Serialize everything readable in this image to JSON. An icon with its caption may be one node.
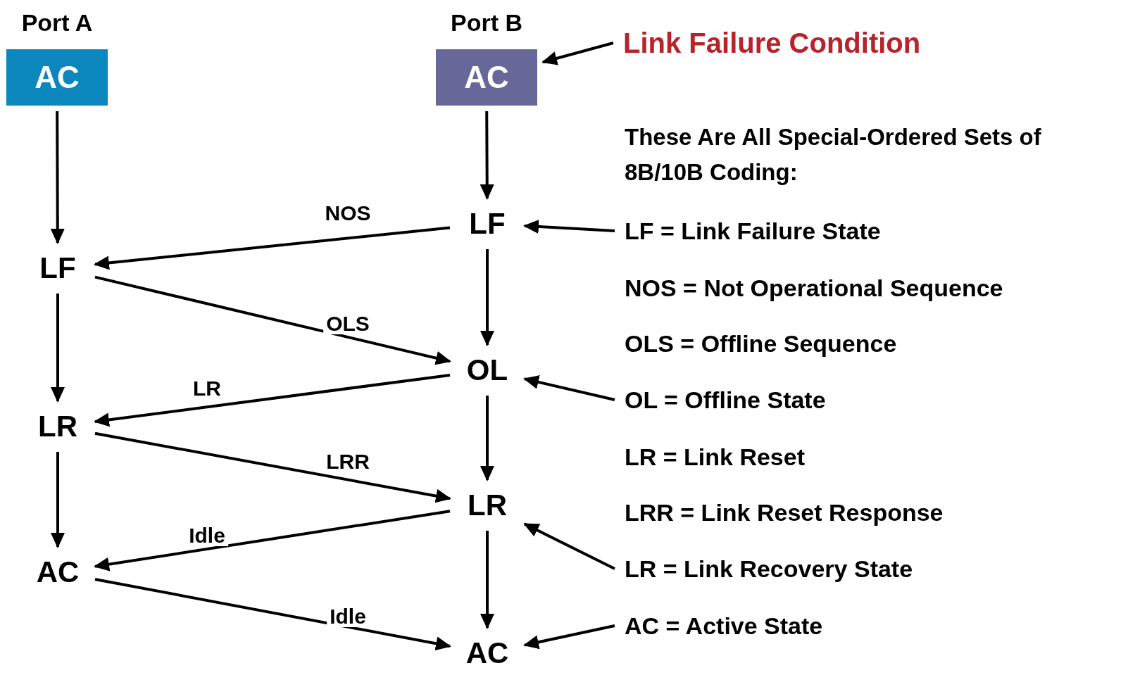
{
  "diagram": {
    "nodes": [
      {
        "text": [
          "Port A",
          "AC"
        ]
      },
      {
        "text": [
          "Port B",
          "AC"
        ]
      },
      {
        "text": [
          "Link Failure Condition"
        ]
      },
      {
        "text": [
          "LF"
        ]
      },
      {
        "text": [
          "LF"
        ]
      },
      {
        "text": [
          "OL"
        ]
      },
      {
        "text": [
          "LR"
        ]
      },
      {
        "text": [
          "LR"
        ]
      },
      {
        "text": [
          "AC"
        ]
      },
      {
        "text": [
          "AC"
        ]
      },
      {
        "text": [
          "LF = Link Failure State"
        ]
      },
      {
        "text": [
          "OL = Offline State"
        ]
      },
      {
        "text": [
          "LR = Link Recovery State"
        ]
      },
      {
        "text": [
          "AC = Active State"
        ]
      }
    ],
    "edges": [
      {
        "from": 0,
        "to": 3,
        "arrow": "to"
      },
      {
        "from": 3,
        "to": 6,
        "arrow": "to"
      },
      {
        "from": 6,
        "to": 8,
        "arrow": "to"
      },
      {
        "from": 1,
        "to": 4,
        "arrow": "to"
      },
      {
        "from": 4,
        "to": 5,
        "arrow": "to"
      },
      {
        "from": 5,
        "to": 7,
        "arrow": "to"
      },
      {
        "from": 7,
        "to": 9,
        "arrow": "to"
      },
      {
        "from": 2,
        "to": 1,
        "arrow": "to"
      },
      {
        "from": 4,
        "to": 3,
        "arrow": "to",
        "label": "NOS"
      },
      {
        "from": 3,
        "to": 5,
        "arrow": "to",
        "label": "OLS"
      },
      {
        "from": 5,
        "to": 6,
        "arrow": "to",
        "label": "LR"
      },
      {
        "from": 6,
        "to": 7,
        "arrow": "to",
        "label": "LRR"
      },
      {
        "from": 7,
        "to": 8,
        "arrow": "to",
        "label": "Idle"
      },
      {
        "from": 8,
        "to": 9,
        "arrow": "to",
        "label": "Idle"
      },
      {
        "from": 10,
        "to": 4,
        "arrow": "to"
      },
      {
        "from": 11,
        "to": 5,
        "arrow": "to"
      },
      {
        "from": 12,
        "to": 7,
        "arrow": "to"
      },
      {
        "from": 13,
        "to": 9,
        "arrow": "to"
      }
    ],
    "labels": [
      "These Are All Special-Ordered Sets of 8B/10B Coding:",
      "NOS = Not Operational Sequence",
      "OLS = Offline Sequence",
      "LR = Link Reset",
      "LRR = Link Reset Response"
    ]
  }
}
